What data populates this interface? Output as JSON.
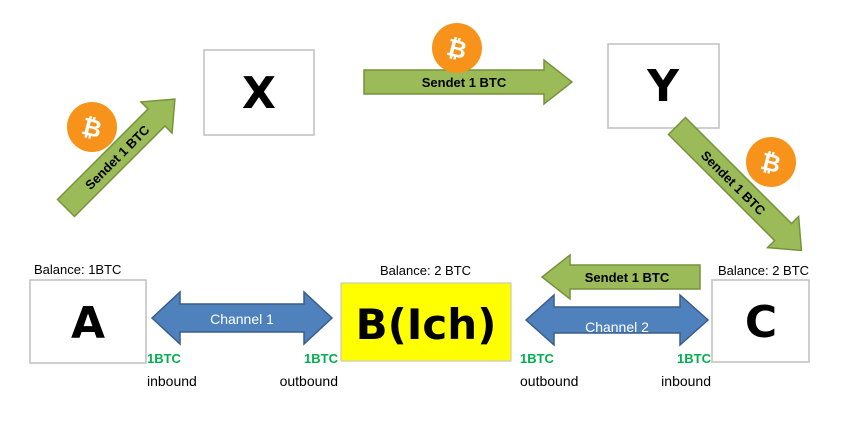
{
  "colors": {
    "green_arrow_fill": "#9bbb59",
    "green_arrow_stroke": "#76923c",
    "channel_fill": "#4f81bd",
    "channel_stroke": "#385d8a",
    "highlight_node": "#ffff00",
    "amount_green": "#00b050",
    "bitcoin_orange": "#f7931a"
  },
  "nodes": {
    "x": {
      "label": "X"
    },
    "y": {
      "label": "Y"
    },
    "a": {
      "label": "A",
      "balance": "Balance: 1BTC"
    },
    "b": {
      "label": "B(Ich)",
      "balance": "Balance: 2 BTC"
    },
    "c": {
      "label": "C",
      "balance": "Balance: 2 BTC"
    }
  },
  "payments": {
    "a_to_x": "Sendet 1 BTC",
    "x_to_y": "Sendet 1 BTC",
    "y_to_c": "Sendet 1 BTC",
    "c_to_b": "Sendet 1 BTC"
  },
  "channels": {
    "channel1": {
      "label": "Channel 1",
      "left_amount": "1BTC",
      "left_dir": "inbound",
      "right_amount": "1BTC",
      "right_dir": "outbound"
    },
    "channel2": {
      "label": "Channel 2",
      "left_amount": "1BTC",
      "left_dir": "outbound",
      "right_amount": "1BTC",
      "right_dir": "inbound"
    }
  },
  "coin": {
    "icon": "bitcoin-icon",
    "glyph": "₿"
  }
}
